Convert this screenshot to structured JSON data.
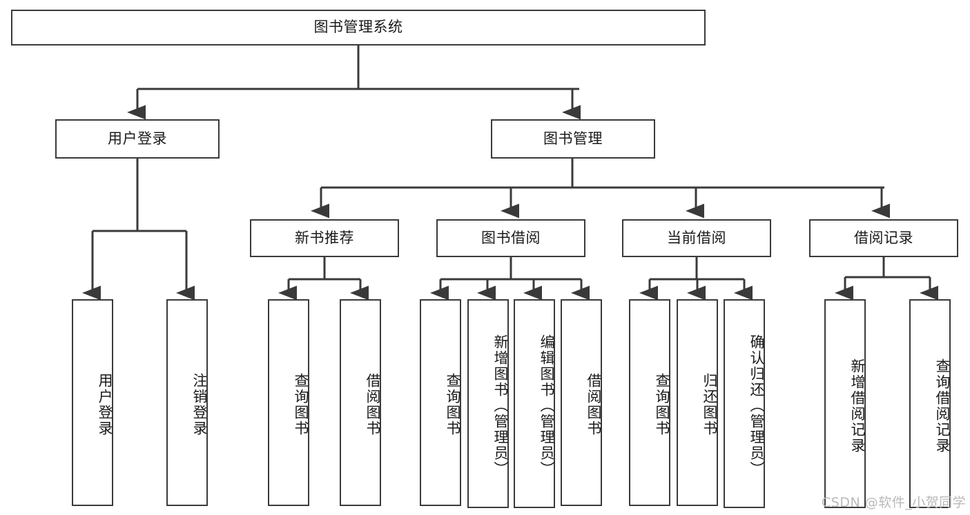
{
  "diagram": {
    "title": "图书管理系统",
    "type": "tree",
    "root": {
      "label": "图书管理系统"
    },
    "level2": [
      {
        "label": "用户登录"
      },
      {
        "label": "图书管理"
      }
    ],
    "level3": [
      {
        "label": "新书推荐"
      },
      {
        "label": "图书借阅"
      },
      {
        "label": "当前借阅"
      },
      {
        "label": "借阅记录"
      }
    ],
    "leaves": {
      "user_login": [
        {
          "label": "用户登录"
        },
        {
          "label": "注销登录"
        }
      ],
      "new_book_recommend": [
        {
          "label": "查询图书"
        },
        {
          "label": "借阅图书"
        }
      ],
      "book_borrow": [
        {
          "label": "查询图书"
        },
        {
          "label": "新增图书（管理员）"
        },
        {
          "label": "编辑图书（管理员）"
        },
        {
          "label": "借阅图书"
        }
      ],
      "current_borrow": [
        {
          "label": "查询图书"
        },
        {
          "label": "归还图书"
        },
        {
          "label": "确认归还（管理员）"
        }
      ],
      "borrow_record": [
        {
          "label": "新增借阅记录"
        },
        {
          "label": "查询借阅记录"
        }
      ]
    }
  },
  "watermark": {
    "text": "CSDN @软件_小贺同学"
  },
  "colors": {
    "stroke": "#3a3a3a",
    "box_fill": "#ffffff",
    "text": "#1a1a1a",
    "watermark": "#b9b9b9"
  }
}
